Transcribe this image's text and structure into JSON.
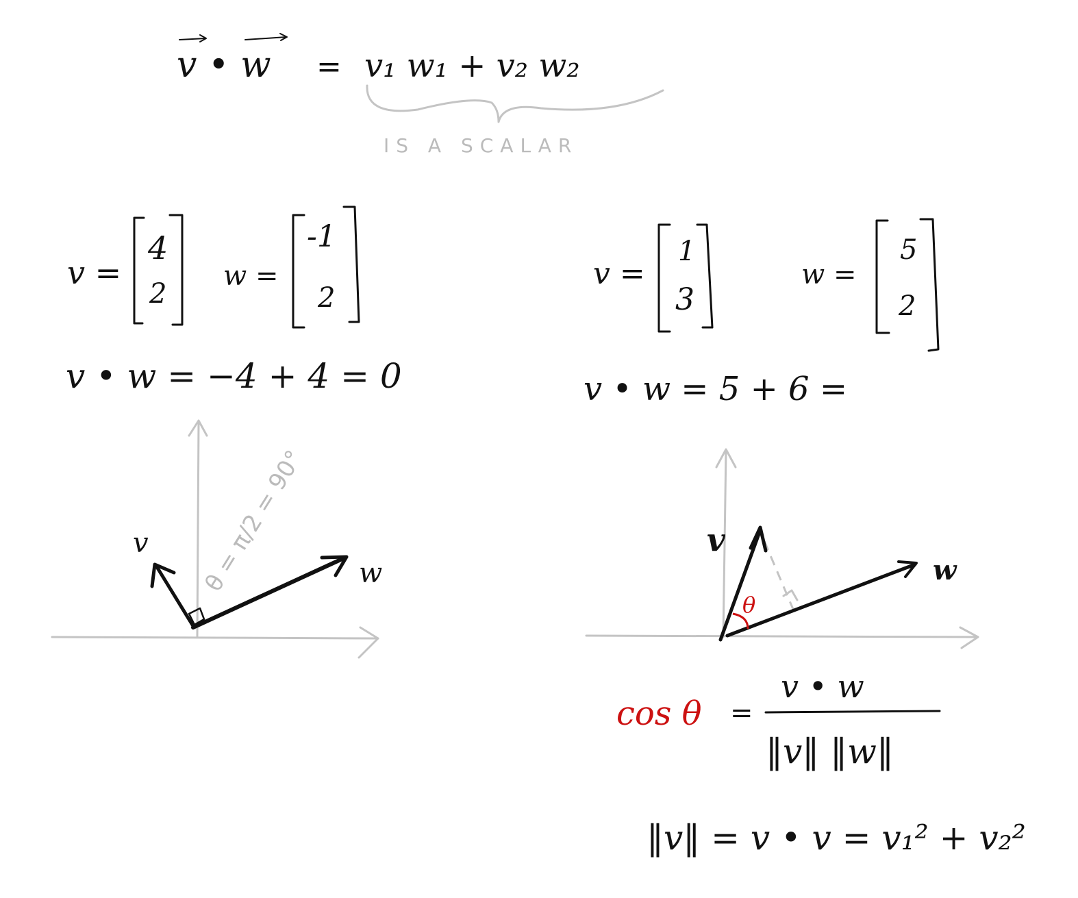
{
  "header": {
    "lhs": "v • w",
    "eq": "=",
    "rhs": "v₁ w₁  +  v₂ w₂",
    "brace_note": "IS A SCALAR"
  },
  "left": {
    "v_label": "v =",
    "v_vec": [
      "4",
      "2"
    ],
    "w_label": "w =",
    "w_vec": [
      "-1",
      "2"
    ],
    "dot": "v • w  =  −4 + 4  = 0",
    "angle_note": "θ = π/2 = 90°",
    "vec_v": "v",
    "vec_w": "w"
  },
  "right": {
    "v_label": "v =",
    "v_vec": [
      "1",
      "3"
    ],
    "w_label": "w =",
    "w_vec": [
      "5",
      "2"
    ],
    "dot": "v • w = 5 + 6 =",
    "theta": "θ",
    "vec_v": "v",
    "vec_w": "w",
    "cos_lhs": "cos θ",
    "cos_eq": "=",
    "cos_num": "v • w",
    "cos_den": "‖v‖  ‖w‖",
    "norm_eq": "‖v‖ = v • v = v₁² + v₂²"
  },
  "colors": {
    "ink": "#111111",
    "axis": "#c4c4c4",
    "accent": "#cc1111"
  }
}
